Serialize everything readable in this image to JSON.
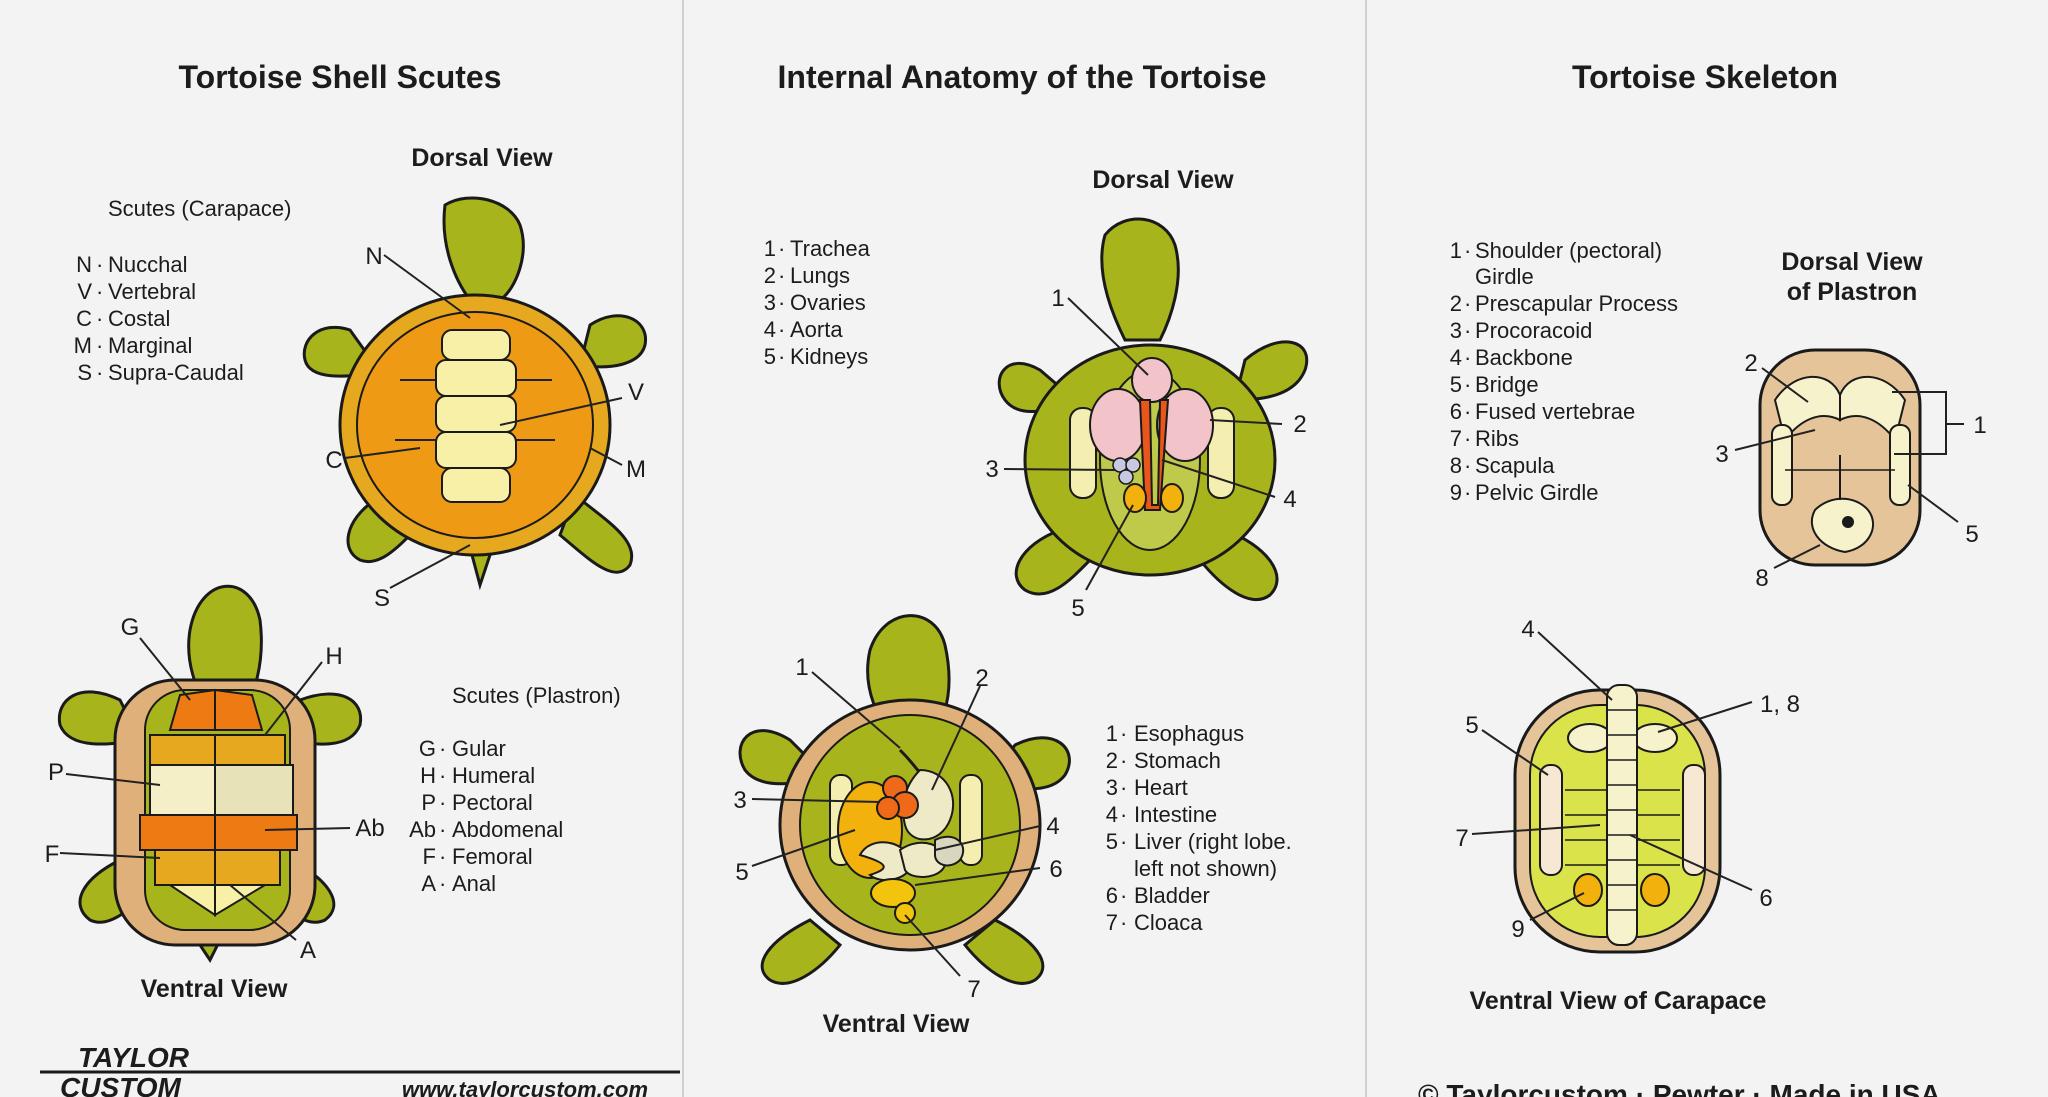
{
  "panels": {
    "scutes": {
      "title": "Tortoise Shell Scutes",
      "dorsal_label": "Dorsal View",
      "ventral_label": "Ventral View",
      "carapace_heading": "Scutes (Carapace)",
      "carapace_legend": [
        {
          "code": "N",
          "name": "Nucchal"
        },
        {
          "code": "V",
          "name": "Vertebral"
        },
        {
          "code": "C",
          "name": "Costal"
        },
        {
          "code": "M",
          "name": "Marginal"
        },
        {
          "code": "S",
          "name": "Supra-Caudal"
        }
      ],
      "plastron_heading": "Scutes (Plastron)",
      "plastron_legend": [
        {
          "code": "G",
          "name": "Gular"
        },
        {
          "code": "H",
          "name": "Humeral"
        },
        {
          "code": "P",
          "name": "Pectoral"
        },
        {
          "code": "Ab",
          "name": "Abdomenal"
        },
        {
          "code": "F",
          "name": "Femoral"
        },
        {
          "code": "A",
          "name": "Anal"
        }
      ],
      "dorsal_callouts": [
        "N",
        "V",
        "C",
        "M",
        "S"
      ],
      "ventral_callouts": [
        "G",
        "H",
        "P",
        "Ab",
        "F",
        "A"
      ]
    },
    "internal": {
      "title": "Internal Anatomy of the Tortoise",
      "dorsal_label": "Dorsal View",
      "ventral_label": "Ventral View",
      "dorsal_legend": [
        {
          "num": "1",
          "name": "Trachea"
        },
        {
          "num": "2",
          "name": "Lungs"
        },
        {
          "num": "3",
          "name": "Ovaries"
        },
        {
          "num": "4",
          "name": "Aorta"
        },
        {
          "num": "5",
          "name": "Kidneys"
        }
      ],
      "ventral_legend": [
        {
          "num": "1",
          "name": "Esophagus"
        },
        {
          "num": "2",
          "name": "Stomach"
        },
        {
          "num": "3",
          "name": "Heart"
        },
        {
          "num": "4",
          "name": "Intestine"
        },
        {
          "num": "5",
          "name": "Liver (right lobe.",
          "cont": "left not shown)"
        },
        {
          "num": "6",
          "name": "Bladder"
        },
        {
          "num": "7",
          "name": "Cloaca"
        }
      ],
      "dorsal_callouts": [
        "1",
        "2",
        "3",
        "4",
        "5"
      ],
      "ventral_callouts": [
        "1",
        "2",
        "3",
        "4",
        "5",
        "6",
        "7"
      ]
    },
    "skeleton": {
      "title": "Tortoise Skeleton",
      "plastron_label_line1": "Dorsal View",
      "plastron_label_line2": "of Plastron",
      "carapace_label": "Ventral View of Carapace",
      "legend": [
        {
          "num": "1",
          "name": "Shoulder (pectoral)",
          "cont": "Girdle"
        },
        {
          "num": "2",
          "name": "Prescapular Process"
        },
        {
          "num": "3",
          "name": "Procoracoid"
        },
        {
          "num": "4",
          "name": "Backbone"
        },
        {
          "num": "5",
          "name": "Bridge"
        },
        {
          "num": "6",
          "name": "Fused vertebrae"
        },
        {
          "num": "7",
          "name": "Ribs"
        },
        {
          "num": "8",
          "name": "Scapula"
        },
        {
          "num": "9",
          "name": "Pelvic Girdle"
        }
      ],
      "plastron_callouts": [
        "2",
        "3",
        "1",
        "5",
        "8"
      ],
      "carapace_callouts": [
        "4",
        "1, 8",
        "5",
        "7",
        "6",
        "9"
      ]
    }
  },
  "footer": {
    "brand_line1": "TAYLOR",
    "brand_line2": "CUSTOM",
    "url": "www.taylorcustom.com",
    "copyright": "© Taylorcustom · Pewter · Made in USA"
  },
  "colors": {
    "skin": "#a7b41b",
    "background": "#f3f3f3"
  }
}
